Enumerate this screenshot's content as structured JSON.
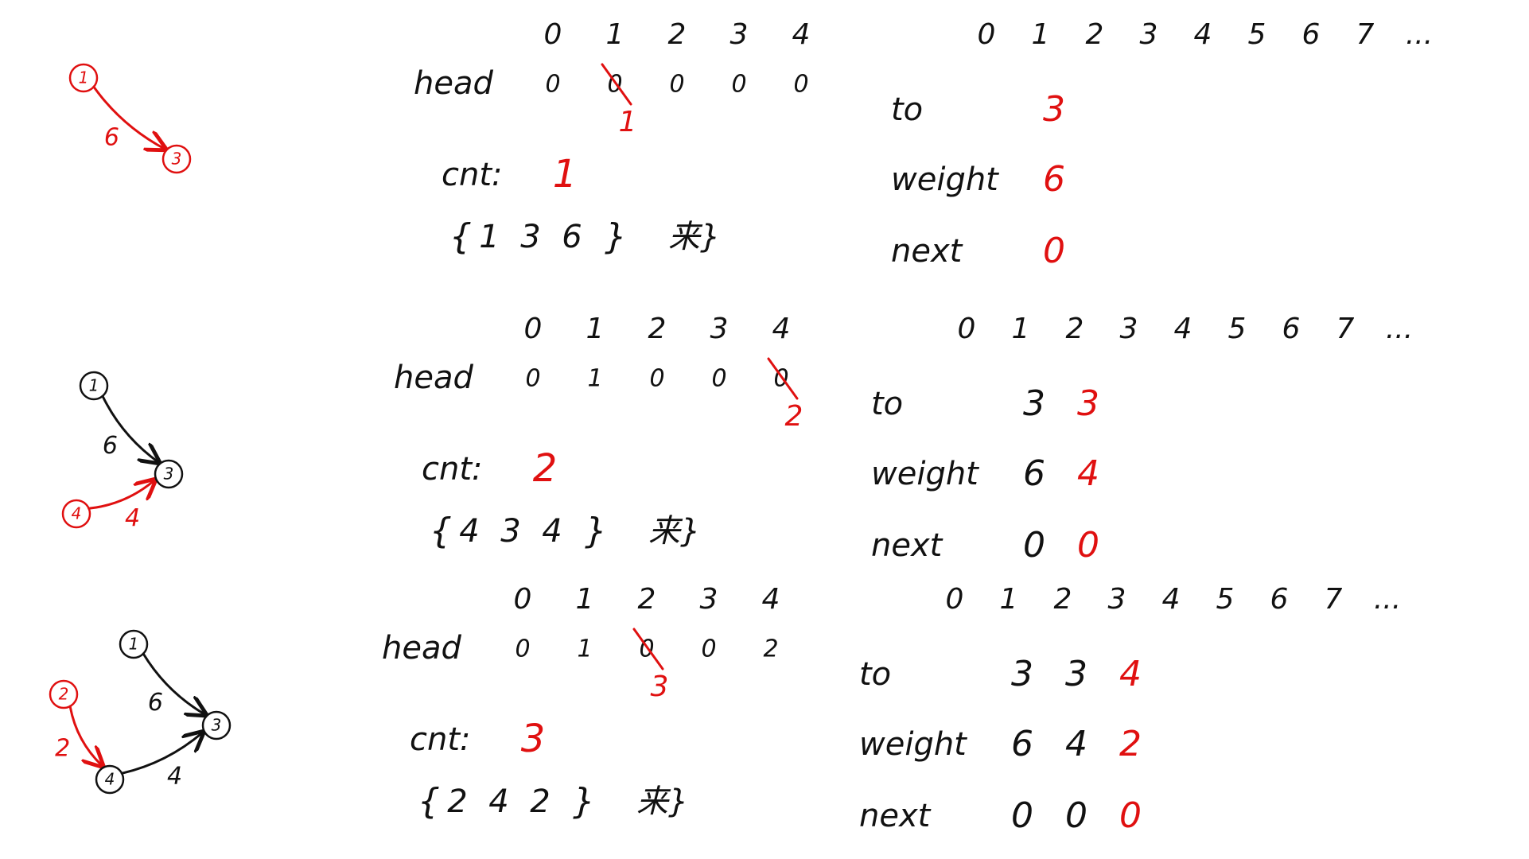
{
  "colors": {
    "ink": "#111111",
    "highlight": "#e01010",
    "background": "#ffffff"
  },
  "labels": {
    "head": "head",
    "cnt": "cnt:",
    "to": "to",
    "weight": "weight",
    "next": "next",
    "brace_open": "{",
    "brace_close": "}",
    "end": "来}"
  },
  "head_indices": [
    "0",
    "1",
    "2",
    "3",
    "4"
  ],
  "edge_indices": [
    "0",
    "1",
    "2",
    "3",
    "4",
    "5",
    "6",
    "7",
    "..."
  ],
  "steps": [
    {
      "graph": {
        "nodes": [
          {
            "id": "1",
            "color": "red"
          },
          {
            "id": "3",
            "color": "red"
          }
        ],
        "edges": [
          {
            "from": "1",
            "to": "3",
            "weight": "6",
            "color": "red"
          }
        ]
      },
      "head": [
        {
          "value": "0"
        },
        {
          "value": "0",
          "struck": true,
          "replacement": "1"
        },
        {
          "value": "0"
        },
        {
          "value": "0"
        },
        {
          "value": "0"
        }
      ],
      "cnt": "1",
      "edge_input": [
        "1",
        "3",
        "6"
      ],
      "edges_table": {
        "to": [
          {
            "value": "3",
            "color": "red"
          }
        ],
        "weight": [
          {
            "value": "6",
            "color": "red"
          }
        ],
        "next": [
          {
            "value": "0",
            "color": "red"
          }
        ]
      }
    },
    {
      "graph": {
        "nodes": [
          {
            "id": "1",
            "color": "black"
          },
          {
            "id": "3",
            "color": "black"
          },
          {
            "id": "4",
            "color": "red"
          }
        ],
        "edges": [
          {
            "from": "1",
            "to": "3",
            "weight": "6",
            "color": "black"
          },
          {
            "from": "4",
            "to": "3",
            "weight": "4",
            "color": "red"
          }
        ]
      },
      "head": [
        {
          "value": "0"
        },
        {
          "value": "1"
        },
        {
          "value": "0"
        },
        {
          "value": "0"
        },
        {
          "value": "0",
          "struck": true,
          "replacement": "2"
        }
      ],
      "cnt": "2",
      "edge_input": [
        "4",
        "3",
        "4"
      ],
      "edges_table": {
        "to": [
          {
            "value": "3",
            "color": "black"
          },
          {
            "value": "3",
            "color": "red"
          }
        ],
        "weight": [
          {
            "value": "6",
            "color": "black"
          },
          {
            "value": "4",
            "color": "red"
          }
        ],
        "next": [
          {
            "value": "0",
            "color": "black"
          },
          {
            "value": "0",
            "color": "red"
          }
        ]
      }
    },
    {
      "graph": {
        "nodes": [
          {
            "id": "1",
            "color": "black"
          },
          {
            "id": "3",
            "color": "black"
          },
          {
            "id": "4",
            "color": "black"
          },
          {
            "id": "2",
            "color": "red"
          }
        ],
        "edges": [
          {
            "from": "1",
            "to": "3",
            "weight": "6",
            "color": "black"
          },
          {
            "from": "4",
            "to": "3",
            "weight": "4",
            "color": "black"
          },
          {
            "from": "2",
            "to": "4",
            "weight": "2",
            "color": "red"
          }
        ]
      },
      "head": [
        {
          "value": "0"
        },
        {
          "value": "1"
        },
        {
          "value": "0",
          "struck": true,
          "replacement": "3"
        },
        {
          "value": "0"
        },
        {
          "value": "2"
        }
      ],
      "cnt": "3",
      "edge_input": [
        "2",
        "4",
        "2"
      ],
      "edges_table": {
        "to": [
          {
            "value": "3",
            "color": "black"
          },
          {
            "value": "3",
            "color": "black"
          },
          {
            "value": "4",
            "color": "red"
          }
        ],
        "weight": [
          {
            "value": "6",
            "color": "black"
          },
          {
            "value": "4",
            "color": "black"
          },
          {
            "value": "2",
            "color": "red"
          }
        ],
        "next": [
          {
            "value": "0",
            "color": "black"
          },
          {
            "value": "0",
            "color": "black"
          },
          {
            "value": "0",
            "color": "red"
          }
        ]
      }
    }
  ]
}
